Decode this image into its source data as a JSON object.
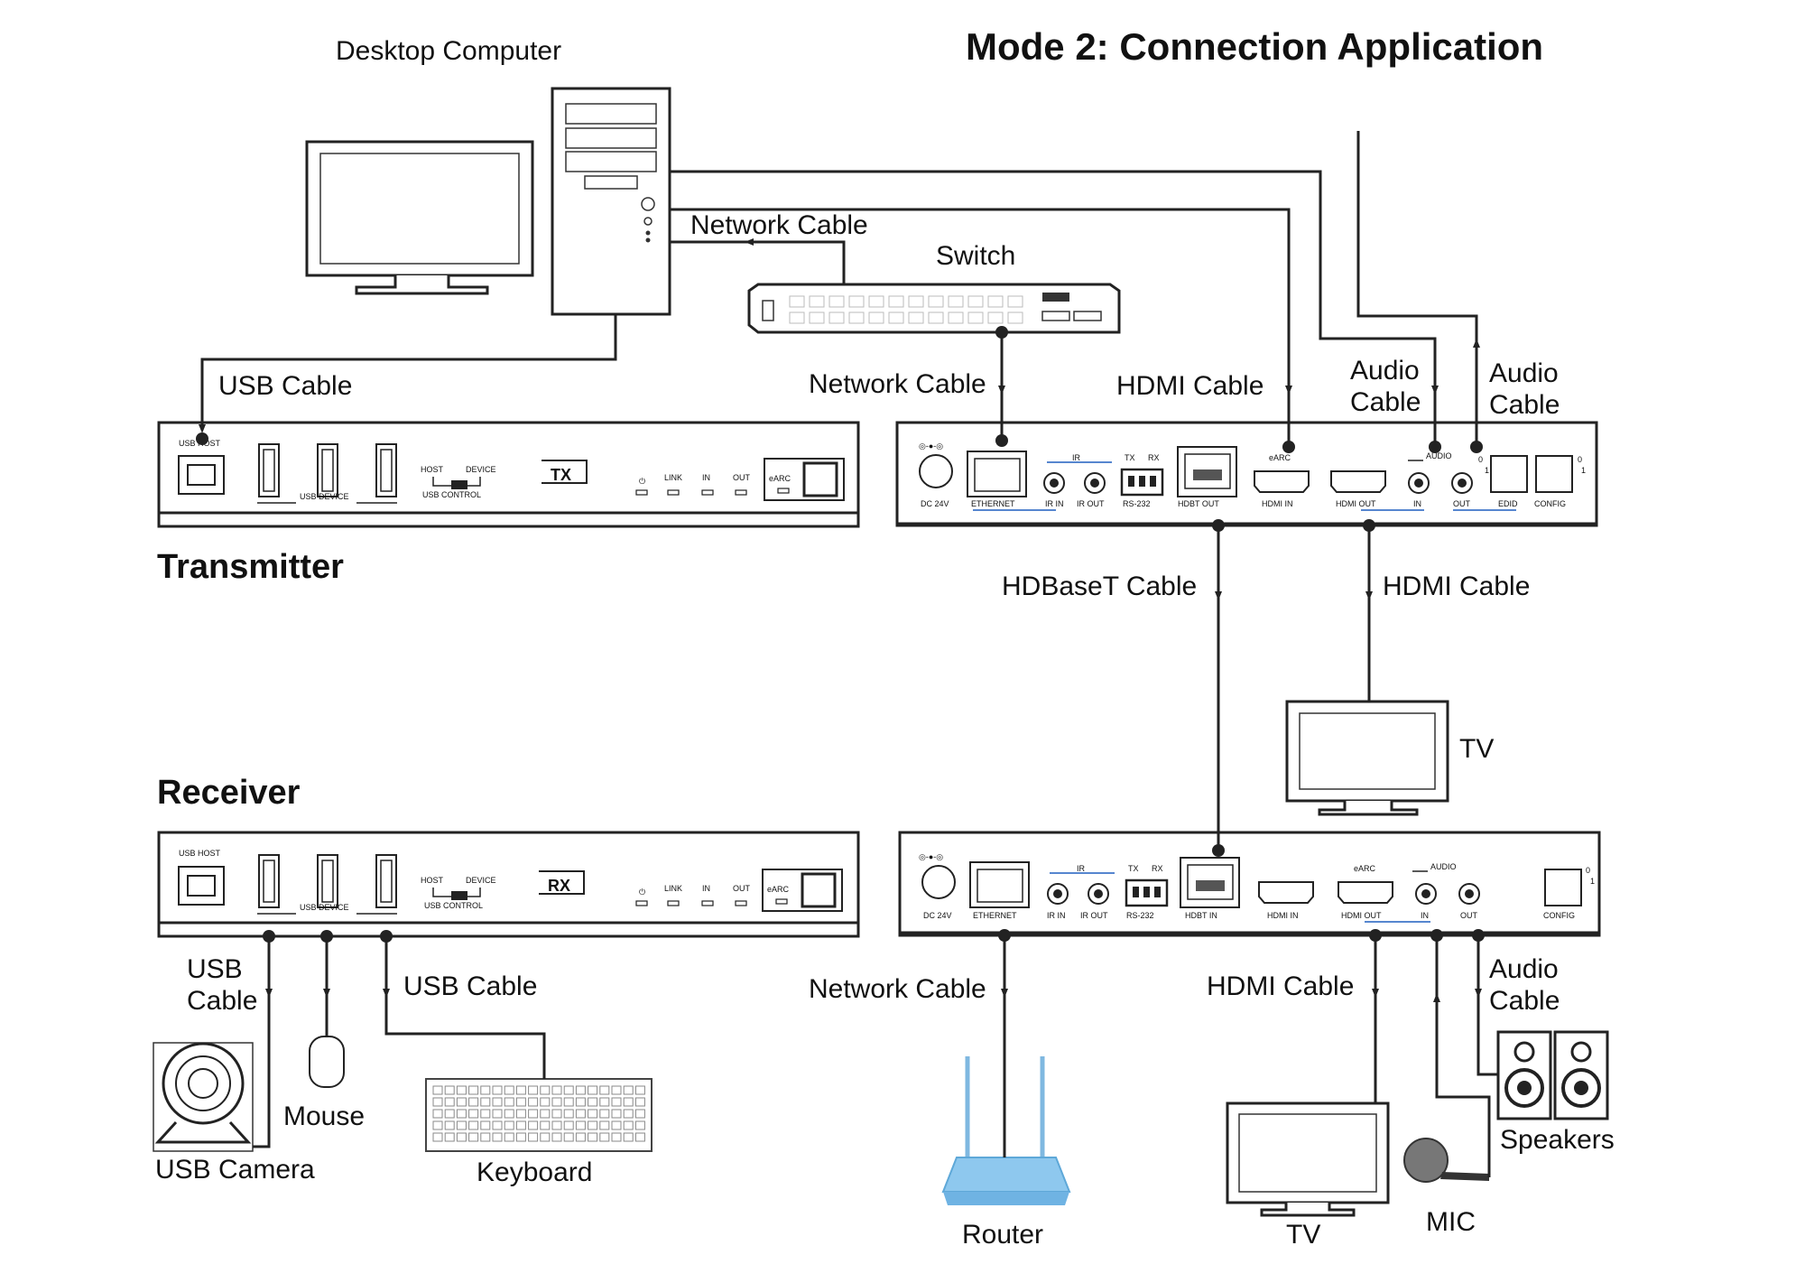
{
  "title": "Mode 2: Connection Application",
  "devices": {
    "transmitter": "Transmitter",
    "receiver": "Receiver",
    "tx_badge": "TX",
    "rx_badge": "RX"
  },
  "peripherals": {
    "desktop": "Desktop Computer",
    "switch": "Switch",
    "tv_top": "TV",
    "tv_bottom": "TV",
    "usb_camera": "USB Camera",
    "mouse": "Mouse",
    "keyboard": "Keyboard",
    "router": "Router",
    "mic": "MIC",
    "speakers": "Speakers"
  },
  "cables": {
    "network_pc": "Network Cable",
    "network_switch": "Network Cable",
    "usb_tx": "USB Cable",
    "hdmi_tx_in": "HDMI Cable",
    "audio_a_1": "Audio",
    "audio_a_2": "Cable",
    "audio_b_1": "Audio",
    "audio_b_2": "Cable",
    "hdbaset": "HDBaseT Cable",
    "hdmi_tv_top": "HDMI Cable",
    "usb_rx_1a": "USB",
    "usb_rx_1b": "Cable",
    "usb_rx_3": "USB Cable",
    "network_router": "Network Cable",
    "hdmi_tv_bottom": "HDMI Cable",
    "audio_c_1": "Audio",
    "audio_c_2": "Cable"
  },
  "front_panel": {
    "usb_host": "USB HOST",
    "usb_device": "USB DEVICE",
    "host": "HOST",
    "device": "DEVICE",
    "usb_control": "USB CONTROL",
    "link": "LINK",
    "in": "IN",
    "out": "OUT",
    "earc": "eARC"
  },
  "rear_panel": {
    "dc": "DC 24V",
    "ethernet": "ETHERNET",
    "ir": "IR",
    "tx": "TX",
    "rx": "RX",
    "ir_in": "IR IN",
    "ir_out": "IR OUT",
    "rs232": "RS-232",
    "hdbt_out": "HDBT OUT",
    "hdbt_in": "HDBT IN",
    "earc": "eARC",
    "hdmi_in": "HDMI IN",
    "hdmi_out": "HDMI OUT",
    "audio": "AUDIO",
    "audio_in": "IN",
    "audio_out": "OUT",
    "edid": "EDID",
    "config": "CONFIG",
    "sw0": "0",
    "sw1": "1"
  }
}
